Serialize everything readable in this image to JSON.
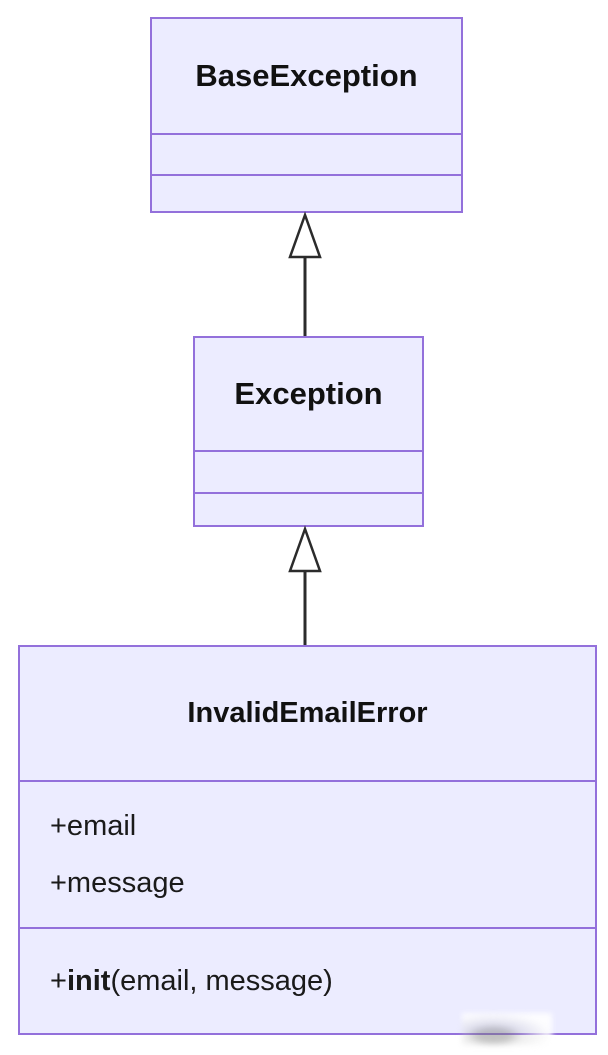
{
  "diagram": {
    "kind": "uml-class-inheritance",
    "background_color": "#ffffff",
    "colors": {
      "node_fill": "#ECECFF",
      "node_border": "#9370DB",
      "text": "#1a1a1a",
      "arrow_line": "#2b2b2b",
      "arrowhead_fill": "#ffffff"
    },
    "classes": [
      {
        "name": "BaseException",
        "attributes": [],
        "methods": []
      },
      {
        "name": "Exception",
        "attributes": [],
        "methods": []
      },
      {
        "name": "InvalidEmailError",
        "attributes": [
          "+email",
          "+message"
        ],
        "methods": [
          {
            "prefix": "+",
            "name": "init",
            "params": "(email, message)"
          }
        ]
      }
    ],
    "relations": [
      {
        "from": "Exception",
        "to": "BaseException",
        "type": "inheritance"
      },
      {
        "from": "InvalidEmailError",
        "to": "Exception",
        "type": "inheritance"
      }
    ]
  }
}
